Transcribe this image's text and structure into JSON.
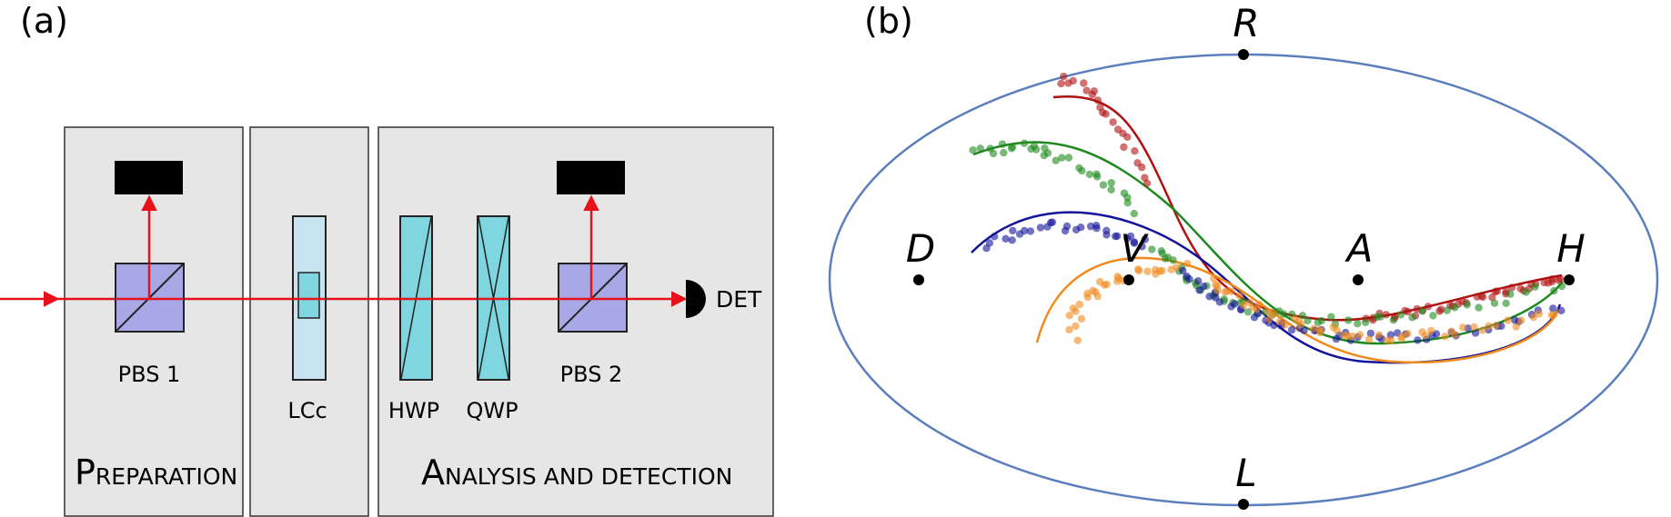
{
  "panel_a": {
    "label": "(a)",
    "sections": {
      "preparation": {
        "initial": "P",
        "rest": "REPARATION"
      },
      "analysis": {
        "initial": "A",
        "rest": "NALYSIS AND DETECTION"
      }
    },
    "components": {
      "pbs1": "PBS 1",
      "lcc": "LCc",
      "hwp": "HWP",
      "qwp": "QWP",
      "pbs2": "PBS 2",
      "det": "DET"
    },
    "colors": {
      "beam": "#e8101a",
      "box": "#e6e6e6",
      "cube": "#a9a8e6",
      "plate": "#7fd6e0",
      "lcc": "#c7e4f0"
    }
  },
  "panel_b": {
    "label": "(b)",
    "poles": {
      "R": "R",
      "L": "L",
      "D": "D",
      "V": "V",
      "A": "A",
      "H": "H"
    },
    "colors": {
      "ellipse": "#5b7fbd",
      "red": "#b01010",
      "green": "#1e8a1e",
      "blue": "#14149a",
      "orange": "#f08a1c"
    }
  }
}
